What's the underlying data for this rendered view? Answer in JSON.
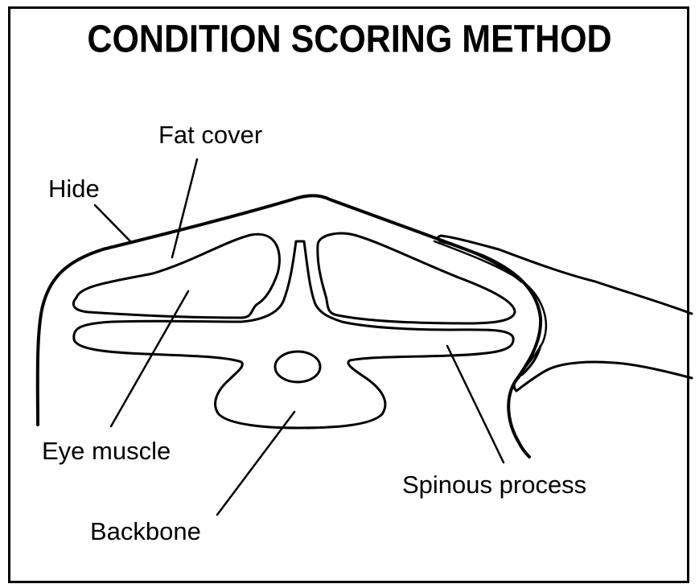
{
  "title": "CONDITION SCORING METHOD",
  "labels": {
    "fat_cover": "Fat cover",
    "hide": "Hide",
    "eye_muscle": "Eye muscle",
    "spinous_process": "Spinous process",
    "backbone": "Backbone"
  }
}
